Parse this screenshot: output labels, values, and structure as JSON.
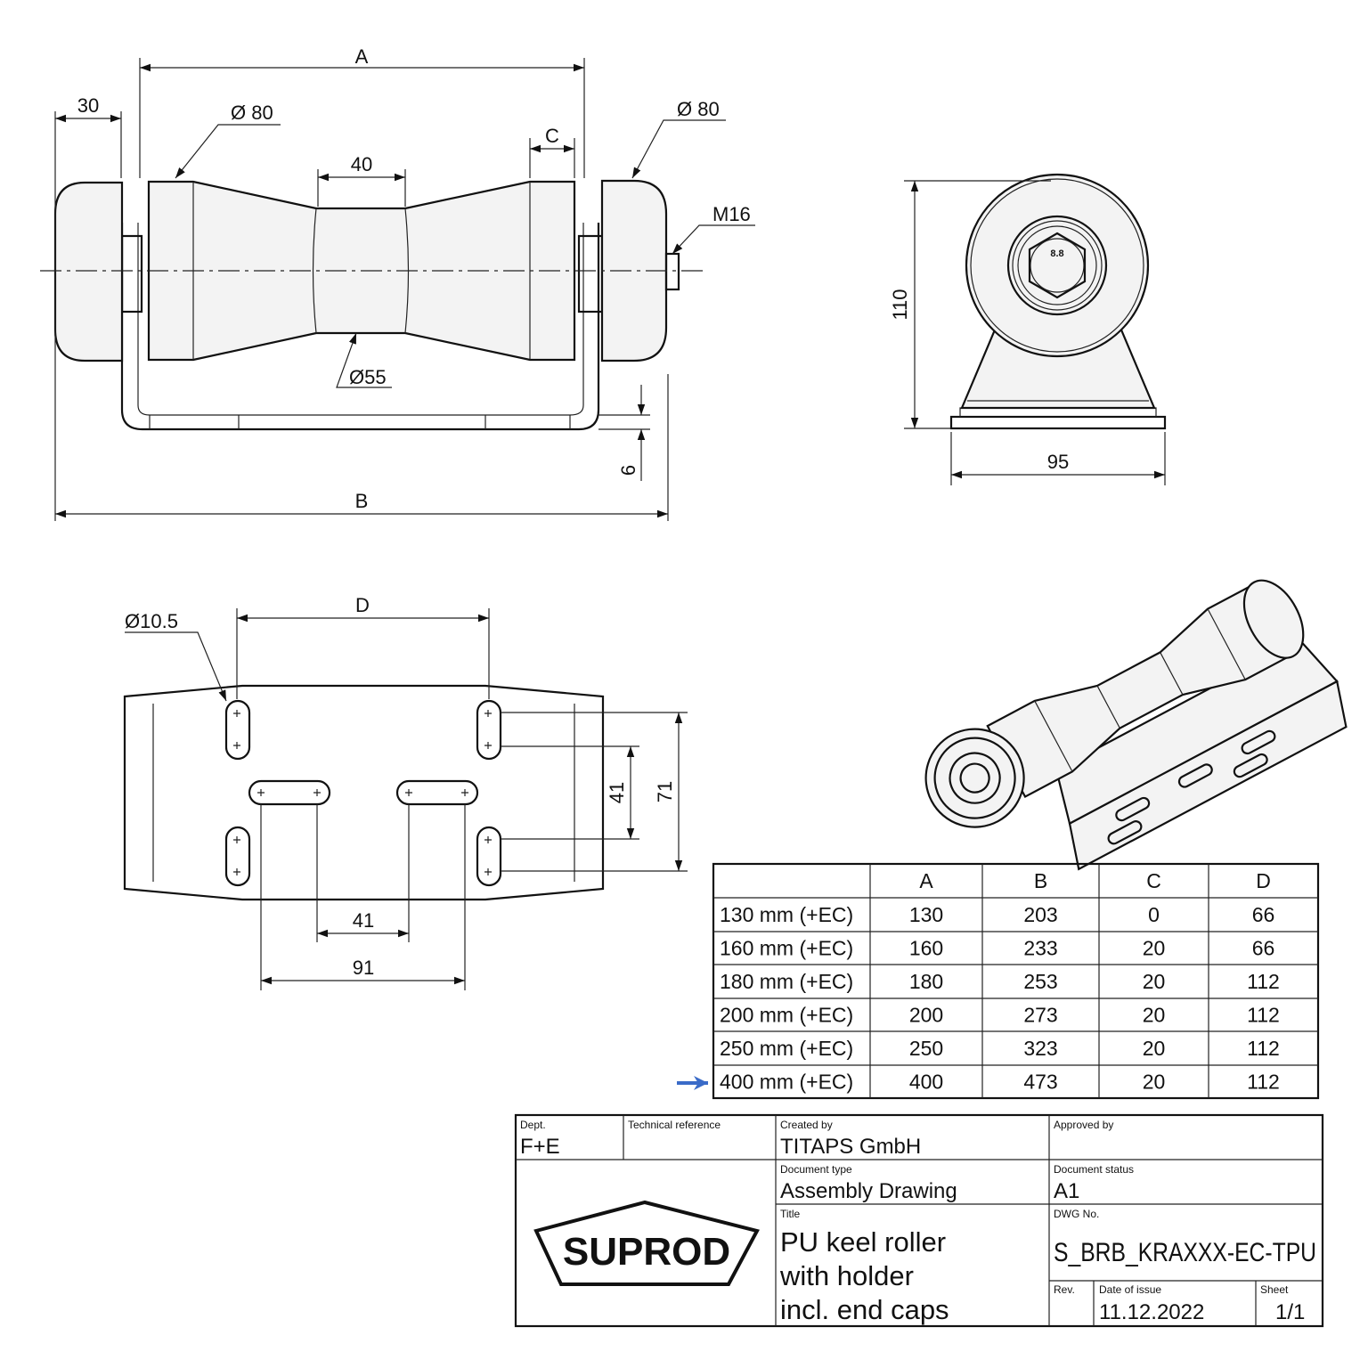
{
  "dimensions": {
    "a": "A",
    "b": "B",
    "c": "C",
    "d": "D",
    "end_cap_width": "30",
    "dia_80_left": "Ø 80",
    "dia_80_right": "Ø 80",
    "center_40": "40",
    "dia_55": "Ø55",
    "thread": "M16",
    "plate_thickness": "6",
    "height_110": "110",
    "width_95": "95",
    "hole_dia": "Ø10.5",
    "slot_41_horizontal": "41",
    "slot_91": "91",
    "slot_41_vertical": "41",
    "slot_71": "71",
    "nut_grade": "8.8"
  },
  "size_table": {
    "headers": [
      "",
      "A",
      "B",
      "C",
      "D"
    ],
    "rows": [
      [
        "130 mm (+EC)",
        "130",
        "203",
        "0",
        "66"
      ],
      [
        "160 mm (+EC)",
        "160",
        "233",
        "20",
        "66"
      ],
      [
        "180 mm (+EC)",
        "180",
        "253",
        "20",
        "112"
      ],
      [
        "200 mm (+EC)",
        "200",
        "273",
        "20",
        "112"
      ],
      [
        "250 mm (+EC)",
        "250",
        "323",
        "20",
        "112"
      ],
      [
        "400 mm (+EC)",
        "400",
        "473",
        "20",
        "112"
      ]
    ],
    "highlight_color": "#3a6bc8"
  },
  "title_block": {
    "dept_label": "Dept.",
    "dept": "F+E",
    "tech_ref_label": "Technical reference",
    "tech_ref": "",
    "created_by_label": "Created by",
    "created_by": "TITAPS GmbH",
    "approved_by_label": "Approved by",
    "approved_by": "",
    "doc_type_label": "Document type",
    "doc_type": "Assembly Drawing",
    "doc_status_label": "Document status",
    "doc_status": "A1",
    "title_label": "Title",
    "title_line1": "PU keel roller",
    "title_line2": "with holder",
    "title_line3": "incl. end caps",
    "dwg_no_label": "DWG No.",
    "dwg_no": "S_BRB_KRAXXX-EC-TPU",
    "rev_label": "Rev.",
    "rev": "",
    "date_label": "Date of issue",
    "date": "11.12.2022",
    "sheet_label": "Sheet",
    "sheet": "1/1",
    "logo_text": "SUPROD"
  }
}
